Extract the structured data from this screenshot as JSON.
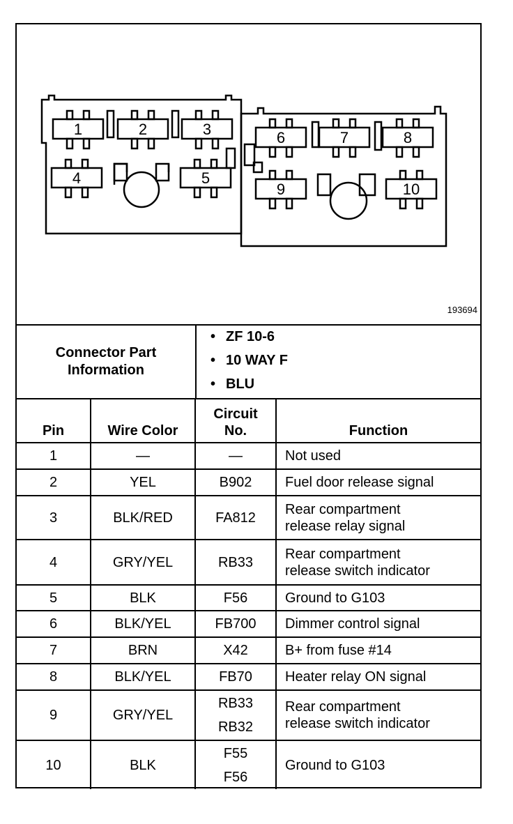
{
  "figure_number": "193694",
  "diagram": {
    "pins": [
      "1",
      "2",
      "3",
      "4",
      "5",
      "6",
      "7",
      "8",
      "9",
      "10"
    ]
  },
  "connector_info": {
    "label": "Connector Part\nInformation",
    "items": [
      "ZF 10-6",
      "10 WAY F",
      "BLU"
    ]
  },
  "table": {
    "headers": {
      "pin": "Pin",
      "wire_color": "Wire Color",
      "circuit": "Circuit\nNo.",
      "function": "Function"
    },
    "rows": [
      {
        "pin": "1",
        "wire_color": "—",
        "circuit": "—",
        "function": "Not used"
      },
      {
        "pin": "2",
        "wire_color": "YEL",
        "circuit": "B902",
        "function": "Fuel door release signal"
      },
      {
        "pin": "3",
        "wire_color": "BLK/RED",
        "circuit": "FA812",
        "function": "Rear compartment\nrelease relay signal"
      },
      {
        "pin": "4",
        "wire_color": "GRY/YEL",
        "circuit": "RB33",
        "function": "Rear compartment\nrelease switch indicator"
      },
      {
        "pin": "5",
        "wire_color": "BLK",
        "circuit": "F56",
        "function": "Ground to G103"
      },
      {
        "pin": "6",
        "wire_color": "BLK/YEL",
        "circuit": "FB700",
        "function": "Dimmer control signal"
      },
      {
        "pin": "7",
        "wire_color": "BRN",
        "circuit": "X42",
        "function": "B+ from fuse #14"
      },
      {
        "pin": "8",
        "wire_color": "BLK/YEL",
        "circuit": "FB70",
        "function": "Heater relay ON signal"
      },
      {
        "pin": "9",
        "wire_color": "GRY/YEL",
        "circuit": "RB33\nRB32",
        "function": "Rear compartment\nrelease switch indicator"
      },
      {
        "pin": "10",
        "wire_color": "BLK",
        "circuit": "F55\nF56",
        "function": "Ground to G103"
      }
    ]
  }
}
